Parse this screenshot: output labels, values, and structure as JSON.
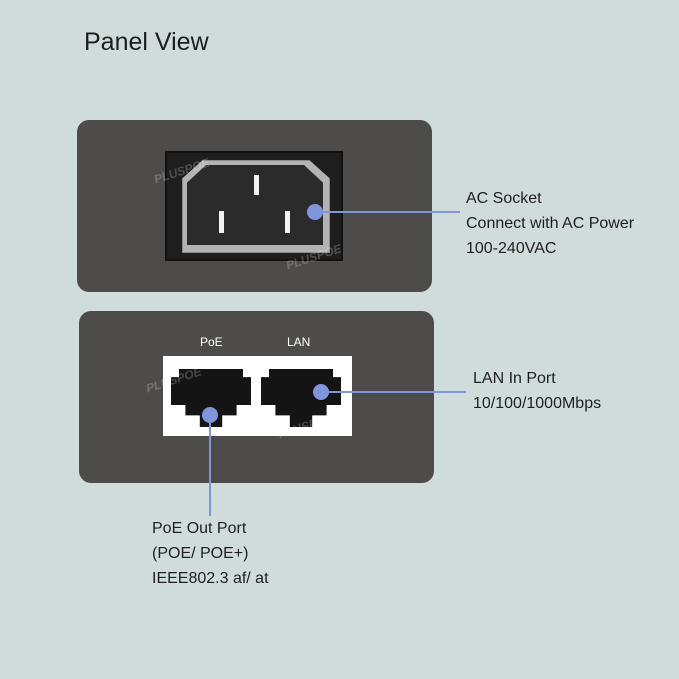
{
  "title": "Panel View",
  "ac_socket": {
    "name": "AC Socket",
    "line1": "Connect with AC Power",
    "line2": "100-240VAC",
    "watermark": "PLUSPOE"
  },
  "ports": {
    "poe_label": "PoE",
    "lan_label": "LAN",
    "watermark": "PLUSPOE"
  },
  "lan_in": {
    "name": "LAN In Port",
    "line1": "10/100/1000Mbps"
  },
  "poe_out": {
    "name": "PoE Out Port",
    "line1": "(POE/ POE+)",
    "line2": "IEEE802.3 af/ at"
  },
  "colors": {
    "background": "#cfdcdb",
    "panel": "#4e4c4b",
    "callout": "#7f95dc"
  }
}
